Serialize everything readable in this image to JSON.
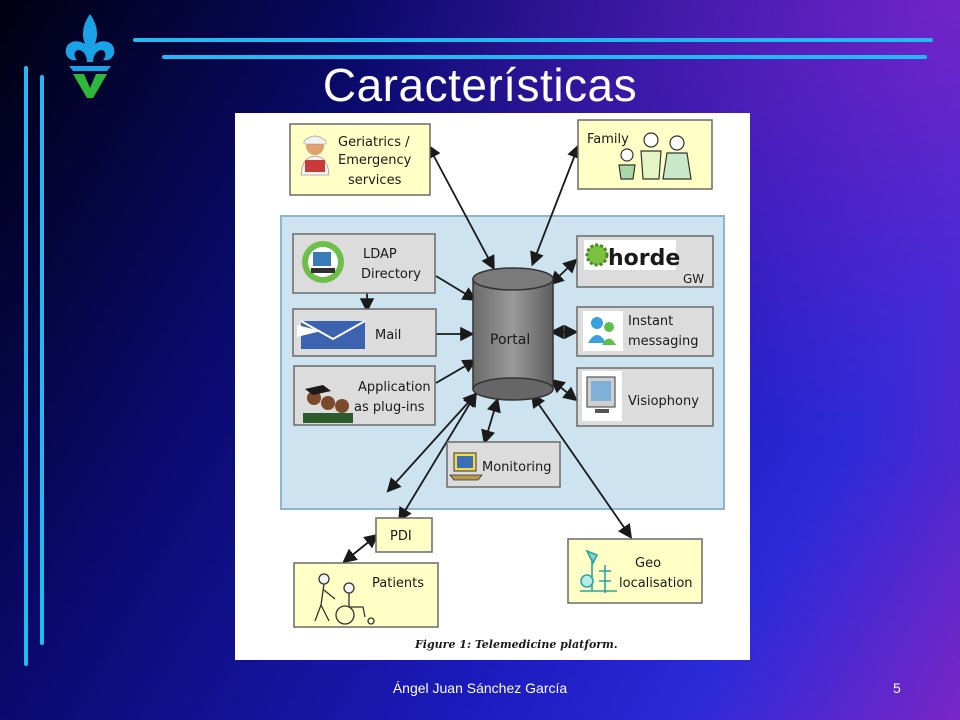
{
  "slide": {
    "title": "Características",
    "author": "Ángel Juan Sánchez García",
    "page_number": "5"
  },
  "diagram": {
    "caption": "Figure 1: Telemedicine platform.",
    "central": "Portal",
    "nodes": {
      "geriatrics": [
        "Geriatrics /",
        "Emergency",
        "services"
      ],
      "family": "Family",
      "ldap": [
        "LDAP",
        "Directory"
      ],
      "mail": "Mail",
      "application": [
        "Application",
        "as plug-ins"
      ],
      "horde": "horde",
      "horde_gw": "GW",
      "instant": [
        "Instant",
        "messaging"
      ],
      "visiophony": "Visiophony",
      "monitoring": "Monitoring",
      "pdi": "PDI",
      "patients": "Patients",
      "geo": [
        "Geo",
        "localisation"
      ]
    }
  },
  "colors": {
    "accent_line": "#25b9f2",
    "panel_blue": "#cde3f0",
    "box_gray": "#dcdcdc",
    "box_yellow": "#ffffc6"
  }
}
